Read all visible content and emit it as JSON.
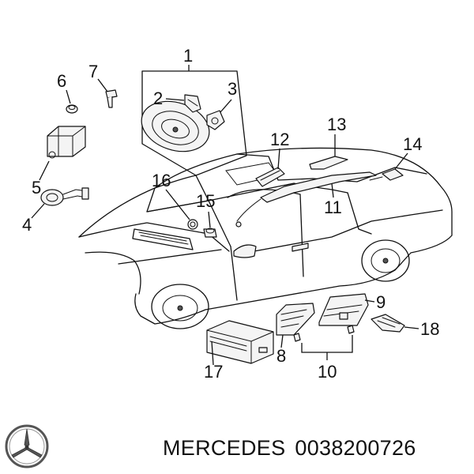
{
  "callouts": {
    "n1": "1",
    "n2": "2",
    "n3": "3",
    "n4": "4",
    "n5": "5",
    "n6": "6",
    "n7": "7",
    "n8": "8",
    "n9": "9",
    "n10": "10",
    "n11": "11",
    "n12": "12",
    "n13": "13",
    "n14": "14",
    "n15": "15",
    "n16": "16",
    "n17": "17",
    "n18": "18"
  },
  "footer": {
    "brand": "MERCEDES",
    "part_number": "0038200726"
  },
  "icons": {
    "logo": "mercedes-star-logo-icon"
  }
}
